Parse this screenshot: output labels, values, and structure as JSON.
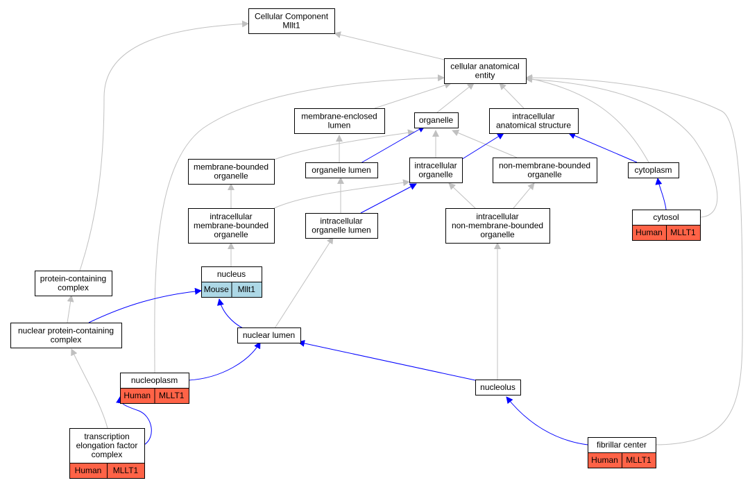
{
  "colors": {
    "edge_gray": "#c0c0c0",
    "edge_blue": "#0000ff",
    "box_border": "#000000",
    "human_fill": "#ff6347",
    "mouse_fill": "#add8e6"
  },
  "nodes": {
    "cc": [
      "Cellular Component",
      "Mllt1"
    ],
    "cae": [
      "cellular anatomical",
      "entity"
    ],
    "mel": [
      "membrane-enclosed",
      "lumen"
    ],
    "org": [
      "organelle"
    ],
    "ias": [
      "intracellular",
      "anatomical structure"
    ],
    "mbo": [
      "membrane-bounded",
      "organelle"
    ],
    "ol": [
      "organelle lumen"
    ],
    "io": [
      "intracellular",
      "organelle"
    ],
    "nmbo": [
      "non-membrane-bounded",
      "organelle"
    ],
    "cyt": [
      "cytoplasm"
    ],
    "imbo": [
      "intracellular",
      "membrane-bounded",
      "organelle"
    ],
    "iol": [
      "intracellular",
      "organelle lumen"
    ],
    "inmbo": [
      "intracellular",
      "non-membrane-bounded",
      "organelle"
    ],
    "cytosol": [
      "cytosol"
    ],
    "pcc": [
      "protein-containing",
      "complex"
    ],
    "nuc": [
      "nucleus"
    ],
    "npcc": [
      "nuclear protein-containing",
      "complex"
    ],
    "nl": [
      "nuclear lumen"
    ],
    "np": [
      "nucleoplasm"
    ],
    "nucleolus": [
      "nucleolus"
    ],
    "tefc": [
      "transcription",
      "elongation factor",
      "complex"
    ],
    "fc": [
      "fibrillar center"
    ]
  },
  "annotations": {
    "cytosol": [
      "Human",
      "MLLT1"
    ],
    "nuc": [
      "Mouse",
      "Mllt1"
    ],
    "np": [
      "Human",
      "MLLT1"
    ],
    "tefc": [
      "Human",
      "MLLT1"
    ],
    "fc": [
      "Human",
      "MLLT1"
    ]
  }
}
